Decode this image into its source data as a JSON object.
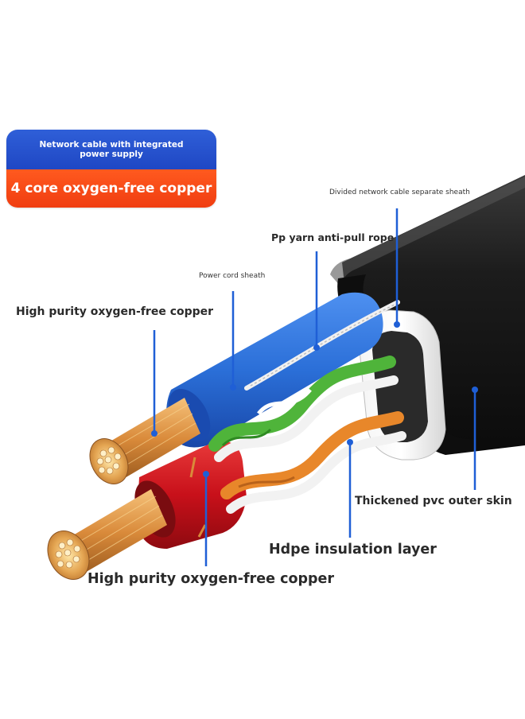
{
  "badge": {
    "top_text": "Network cable with integrated power supply",
    "bottom_text": "4 core oxygen-free copper",
    "top_color": "#2452d0",
    "bottom_color": "#f5481a"
  },
  "callouts": {
    "separate_sheath": "Divided network cable separate sheath",
    "anti_pull_rope": "Pp yarn anti-pull rope",
    "power_sheath": "Power cord sheath",
    "copper_upper": "High purity oxygen-free copper",
    "outer_skin": "Thickened pvc outer skin",
    "hdpe_layer": "Hdpe insulation layer",
    "copper_lower": "High purity oxygen-free copper"
  },
  "colors": {
    "leader_line": "#1f5fd6",
    "outer_jacket": "#1a1a1a",
    "power_sheath_blue": "#2b6fd8",
    "power_sheath_red": "#c8101a",
    "copper": "#d98a3a",
    "pair_green": "#4fb43a",
    "pair_orange": "#e8872a"
  }
}
